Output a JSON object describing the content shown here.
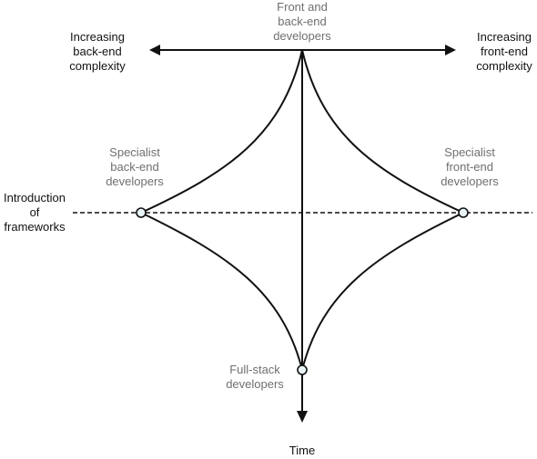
{
  "labels": {
    "top_line1": "Front and",
    "top_line2": "back-end",
    "top_line3": "developers",
    "left_top_line1": "Increasing",
    "left_top_line2": "back-end",
    "left_top_line3": "complexity",
    "right_top_line1": "Increasing",
    "right_top_line2": "front-end",
    "right_top_line3": "complexity",
    "specialist_back_line1": "Specialist",
    "specialist_back_line2": "back-end",
    "specialist_back_line3": "developers",
    "specialist_front_line1": "Specialist",
    "specialist_front_line2": "front-end",
    "specialist_front_line3": "developers",
    "intro_line1": "Introduction",
    "intro_line2": "of",
    "intro_line3": "frameworks",
    "fullstack_line1": "Full-stack",
    "fullstack_line2": "developers",
    "time": "Time"
  },
  "colors": {
    "line": "#111111",
    "label_dark": "#111111",
    "label_gray": "#6f6f6f",
    "node_fill": "#e8f4f8"
  }
}
